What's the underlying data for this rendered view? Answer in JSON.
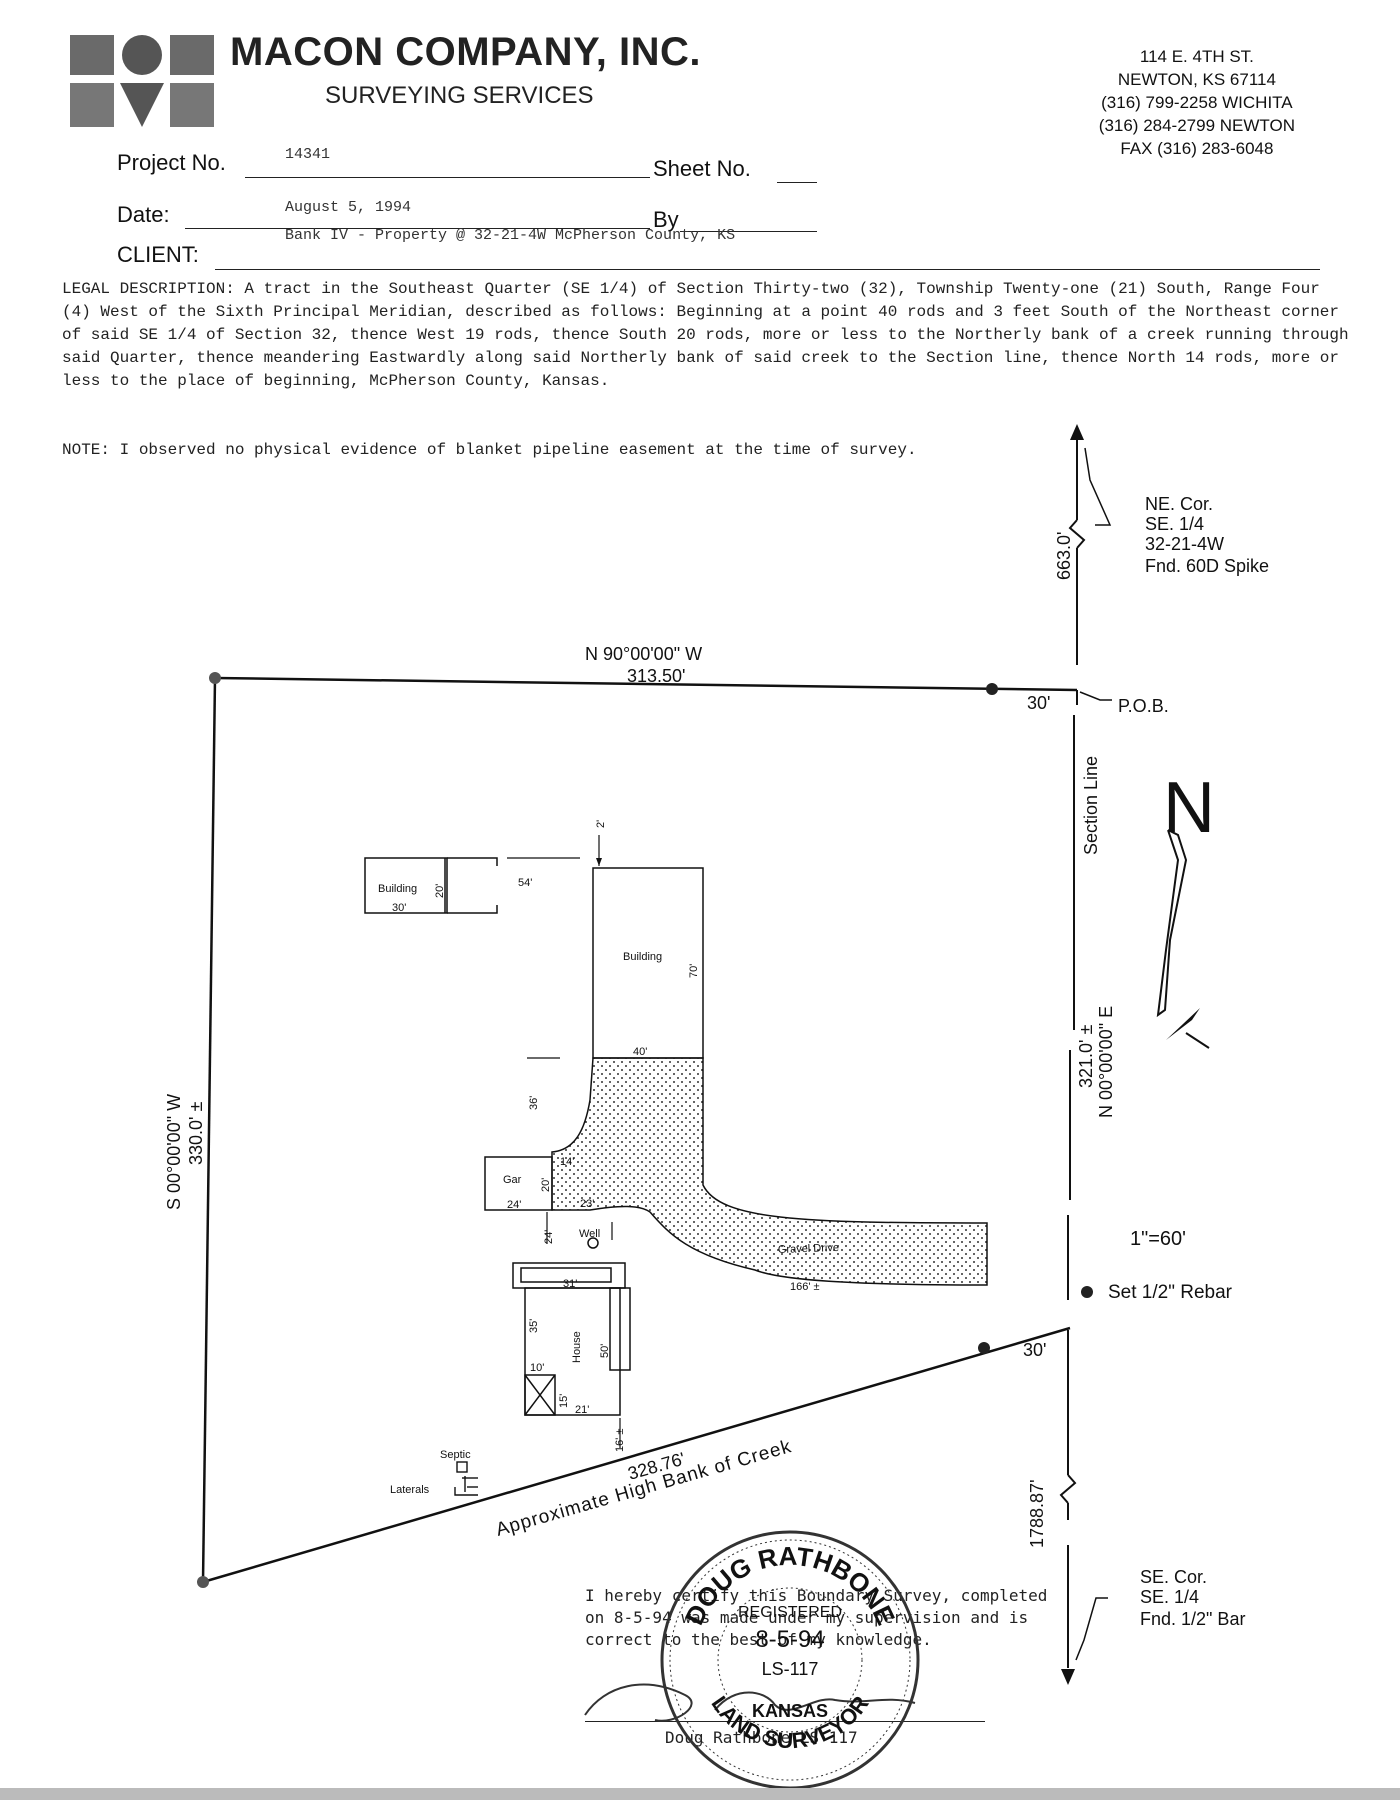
{
  "header": {
    "company_name": "MACON COMPANY, INC.",
    "services": "SURVEYING SERVICES",
    "address_lines": [
      "114 E. 4TH ST.",
      "NEWTON, KS 67114",
      "(316) 799-2258 WICHITA",
      "(316) 284-2799 NEWTON",
      "FAX (316) 283-6048"
    ]
  },
  "form": {
    "project_label": "Project No.",
    "project_value": "14341",
    "sheet_label": "Sheet No.",
    "date_label": "Date:",
    "date_value": "August 5, 1994",
    "by_label": "By",
    "client_label": "CLIENT:",
    "client_value": "Bank IV - Property @ 32-21-4W  McPherson County, KS"
  },
  "legal_description": "LEGAL DESCRIPTION:  A tract in the Southeast Quarter (SE 1/4) of Section Thirty-two (32), Township Twenty-one (21) South, Range Four (4) West of the Sixth Principal Meridian, described as follows:  Beginning at a point 40 rods and 3 feet South of the Northeast corner of said SE 1/4 of Section 32, thence West 19 rods, thence South 20 rods, more or less to the Northerly bank of a creek running through said Quarter, thence meandering Eastwardly along said Northerly bank of said creek to the Section line, thence North 14 rods, more or less to the place of beginning, McPherson County, Kansas.",
  "note": "NOTE:  I observed no physical evidence of blanket pipeline easement at the time of survey.",
  "plat": {
    "north_bearing": "N 90°00'00\" W",
    "north_length": "313.50'",
    "west_bearing": "S 00°00'00\" W",
    "west_length": "330.0' ±",
    "east_bearing": "N 00°00'00\" E",
    "east_length": "321.0' ±",
    "south_length": "328.76'",
    "creek_label": "Approximate High Bank of Creek",
    "section_line": "Section Line",
    "ne_corner": [
      "NE. Cor.",
      "SE. 1/4",
      "32-21-4W",
      "Fnd. 60D Spike"
    ],
    "se_corner": [
      "SE. Cor.",
      "SE. 1/4",
      "Fnd. 1/2\" Bar"
    ],
    "pob": "P.O.B.",
    "dist_north": "663.0'",
    "dist_south": "1788.87'",
    "offset_north": "30'",
    "offset_south": "30'",
    "scale": "1\"=60'",
    "rebar_legend": "Set 1/2\" Rebar",
    "north_letter": "N",
    "building_small": "Building",
    "building_small_w": "30'",
    "building_small_h": "20'",
    "gap_54": "54'",
    "building_large": "Building",
    "building_large_w": "40'",
    "building_large_h": "70'",
    "gap_2": "2'",
    "gap_36": "36'",
    "garage": "Gar",
    "garage_w": "24'",
    "garage_h": "20'",
    "dim_14": "14'",
    "dim_23": "23'",
    "dim_24": "24'",
    "well": "Well",
    "gravel_drive": "Gravel Drive",
    "drive_length": "166' ±",
    "house": "House",
    "house_w": "31'",
    "house_h1": "35'",
    "house_h2": "50'",
    "house_10": "10'",
    "house_15": "15'",
    "house_21": "21'",
    "dim_16": "16' ±",
    "septic": "Septic",
    "laterals": "Laterals"
  },
  "certification": {
    "text": "I hereby certify this Boundary Survey, completed on 8-5-94 was made under my supervision and is correct to the best of my knowledge.",
    "surveyor": "Doug Rathbone  LS 117"
  },
  "seal": {
    "top_arc": "DOUG RATHBONE",
    "registered": "REGISTERED",
    "date": "8-5-94",
    "number": "LS-117",
    "state": "KANSAS",
    "bottom_arc": "LAND SURVEYOR"
  }
}
